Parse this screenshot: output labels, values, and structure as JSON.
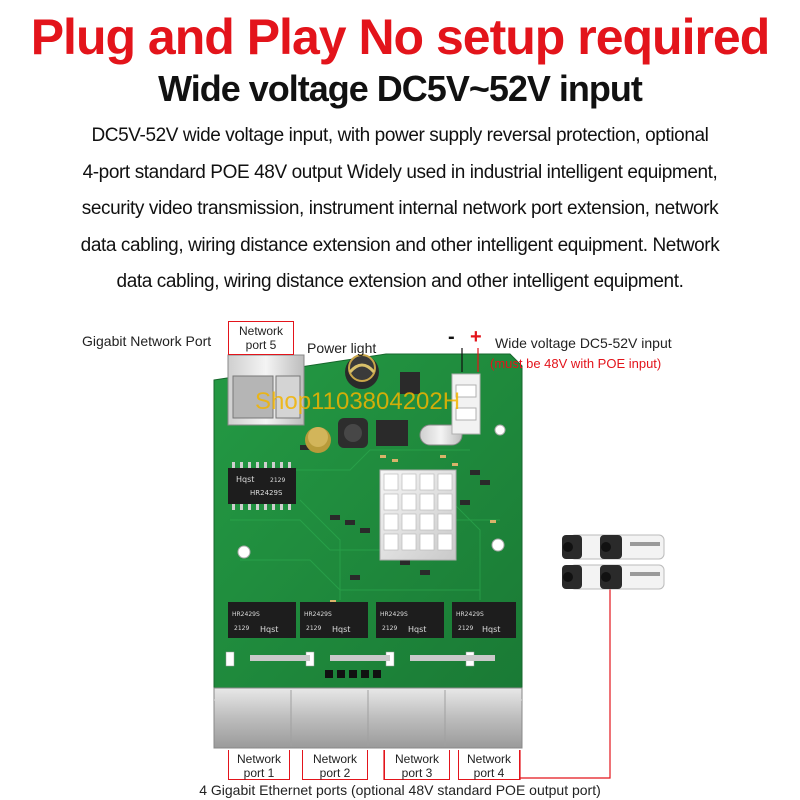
{
  "headline": "Plug and Play No setup required",
  "subheadline": "Wide voltage DC5V~52V input",
  "description": [
    "DC5V-52V wide voltage input, with power supply reversal protection, optional",
    "4-port standard POE 48V output  Widely used in industrial intelligent equipment,",
    "security video transmission, instrument internal network port extension, network",
    "data cabling, wiring distance extension and other intelligent equipment. Network",
    "data cabling, wiring distance extension and other intelligent equipment."
  ],
  "labels": {
    "gigabit_port": "Gigabit Network Port",
    "port5_line1": "Network",
    "port5_line2": "port 5",
    "power_light": "Power light",
    "minus": "-",
    "plus": "+",
    "voltage_input": "Wide voltage DC5-52V input",
    "poe_note": "(must be 48V with POE input)",
    "watermark": "Shop1103804202H",
    "ports": [
      {
        "line1": "Network",
        "line2": "port 1"
      },
      {
        "line1": "Network",
        "line2": "port 2"
      },
      {
        "line1": "Network",
        "line2": "port 3"
      },
      {
        "line1": "Network",
        "line2": "port 4"
      }
    ],
    "footer": "4 Gigabit Ethernet ports (optional 48V standard POE output port)"
  },
  "chips": [
    {
      "brand": "Hqst",
      "code": "HR2429S",
      "num": "2129"
    },
    {
      "brand": "Hqst",
      "code": "HR2429S",
      "num": "2129"
    },
    {
      "brand": "Hqst",
      "code": "HR2429S",
      "num": "2129"
    },
    {
      "brand": "Hqst",
      "code": "HR2429S",
      "num": "2129"
    },
    {
      "brand": "Hqst",
      "code": "HR2429S",
      "num": "2129"
    }
  ],
  "colors": {
    "accent_red": "#e3141b",
    "pcb_green": "#1f8a3c",
    "watermark": "#f2b400"
  }
}
